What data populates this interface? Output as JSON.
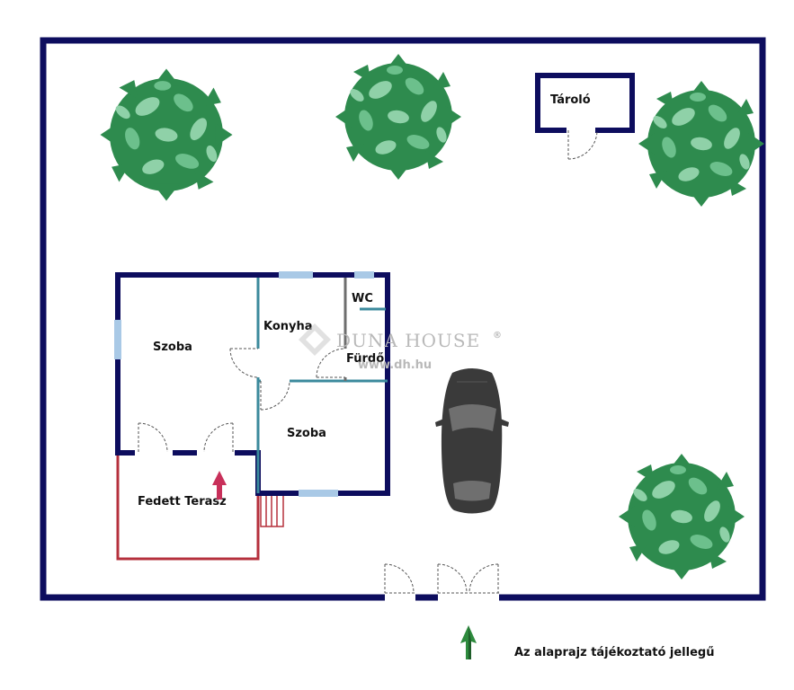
{
  "labels": {
    "storage": "Tároló",
    "room_left": "Szoba",
    "kitchen": "Konyha",
    "wc": "WC",
    "bathroom": "Fürdő",
    "room_right": "Szoba",
    "terrace": "Fedett Terasz"
  },
  "watermark": {
    "brand": "DUNA HOUSE",
    "registered": "®",
    "url": "www.dh.hu"
  },
  "note": "Az alaprajz tájékoztató jellegű",
  "colors": {
    "wall": "#0d0d5e",
    "terrace_outline": "#b5303c",
    "interior_wall_teal": "#3b8a9c",
    "interior_wall_grey": "#6e6e6e",
    "window": "#a9c9e6",
    "entry_arrow": "#c8305a",
    "tree_dark": "#2e8b4e",
    "tree_light": "#8fd1a8",
    "car": "#3a3a3a",
    "north_arrow": "#2e8b3e"
  },
  "icons": [
    "tree-icon",
    "car-icon",
    "entry-arrow-icon",
    "north-arrow-icon"
  ]
}
